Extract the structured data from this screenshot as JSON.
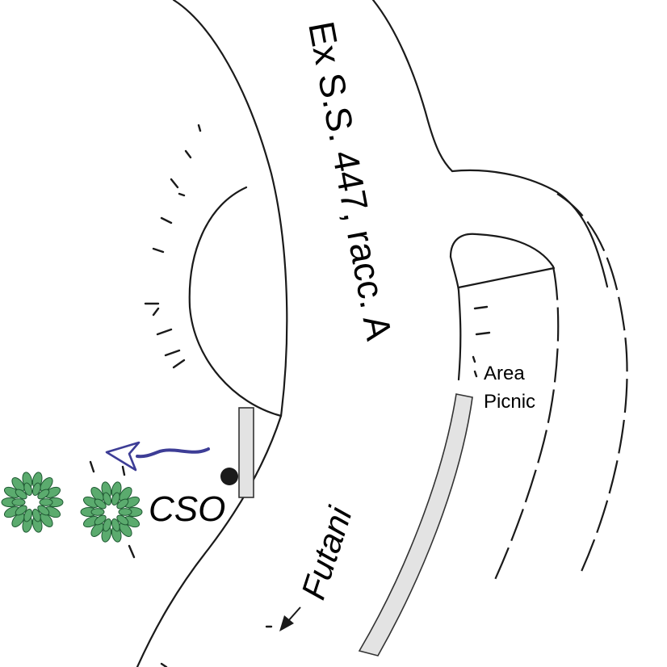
{
  "road": {
    "name": "Ex S.S. 447, racc. A"
  },
  "direction": {
    "label": "Futani"
  },
  "area": {
    "label_line1": "Area",
    "label_line2": "Picnic"
  },
  "station": {
    "label": "CSO"
  },
  "colors": {
    "vegetation": "#5bab6e",
    "vegetation_outline": "#1f5a33",
    "view_arrow": "#3d3d96",
    "guardrail_fill": "#e3e3e3",
    "line": "#1a1a1a"
  }
}
